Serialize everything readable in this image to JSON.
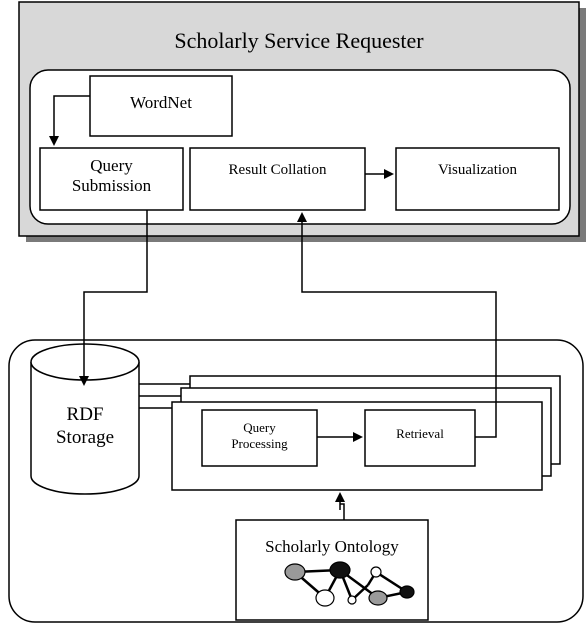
{
  "requester": {
    "title": "Scholarly Service Requester"
  },
  "wordnet": {
    "label": "WordNet"
  },
  "query_submission": {
    "line1": "Query",
    "line2": "Submission"
  },
  "result_collation": {
    "label": "Result Collation"
  },
  "visualization": {
    "label": "Visualization"
  },
  "rdf_storage": {
    "line1": "RDF",
    "line2": "Storage"
  },
  "query_processing": {
    "line1": "Query",
    "line2": "Processing"
  },
  "retrieval": {
    "label": "Retrieval"
  },
  "ontology": {
    "label": "Scholarly Ontology"
  },
  "colors": {
    "panel_fill": "#d8d8d8",
    "stroke": "#000000",
    "node_gray": "#9a9a9a",
    "node_dark": "#111111"
  }
}
